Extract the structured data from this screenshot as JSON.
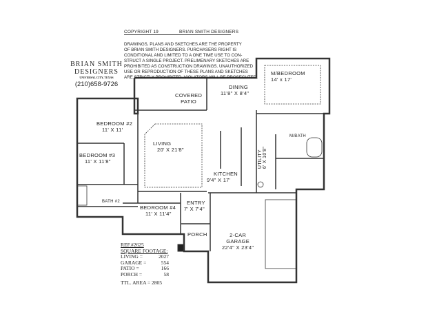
{
  "copyright": {
    "left": "COPYRIGHT 19",
    "right": "BRIAN SMITH DESIGNERS"
  },
  "disclaimer": [
    "DRAWINGS, PLANS AND SKETCHES ARE THE PROPERTY",
    "OF BRIAN SMITH DESIGNERS.  PURCHASERS RIGHT IS",
    "CONDITIONAL AND LIMITED TO A ONE TIME USE TO CON-",
    "STRUCT A SINGLE PROJECT.  PRELIMENARY SKETCHES ARE",
    "PROHIBITED AS CONSTRUCTION DRAWINGS.  UNAUTHORIZED",
    "USE OR REPRODUCTION OF THESE PLANS AND SKETCHES",
    "ARE STRICTLY PROHIBITED.  VIOLATORS WILL BE PROSECUTED."
  ],
  "brand": {
    "name1": "BRIAN SMITH",
    "name2": "DESIGNERS",
    "city": "UNIVERSAL CITY, TEXAS",
    "phone": "(210)658-9726"
  },
  "rooms": {
    "patio": {
      "name1": "COVERED",
      "name2": "PATIO"
    },
    "dining": {
      "name": "DINING",
      "size": "11'8\" X 8'4\""
    },
    "master": {
      "name": "M/BEDROOM",
      "size": "14' x 17'"
    },
    "bed2": {
      "name": "BEDROOM #2",
      "size": "11' X 11'"
    },
    "bed3": {
      "name": "BEDROOM #3",
      "size": "11' X 11'8\""
    },
    "living": {
      "name": "LIVING",
      "size": "20' X 21'8\""
    },
    "kitchen": {
      "name": "KITCHEN",
      "size": "9'4\" X 17'"
    },
    "utility": {
      "name": "UTILITY",
      "size": "6' X 10'8\""
    },
    "mbath": {
      "name": "M/BATH"
    },
    "bath2": {
      "name": "BATH #2"
    },
    "bed4": {
      "name": "BEDROOM #4",
      "size": "11' X 11'4\""
    },
    "entry": {
      "name": "ENTRY",
      "size": "7' X 7'4\""
    },
    "porch": {
      "name": "PORCH"
    },
    "garage": {
      "name1": "2-CAR",
      "name2": "GARAGE",
      "size": "22'4\" X 23'4\""
    }
  },
  "footage": {
    "ref": "REF.#2625",
    "title": "SQUARE FOOTAGE:",
    "rows": [
      {
        "label": "LIVING  =",
        "value": "2027"
      },
      {
        "label": "GARAGE =",
        "value": "554"
      },
      {
        "label": "PATIO   =",
        "value": "166"
      },
      {
        "label": "PORCH =",
        "value": "58"
      }
    ],
    "total": "TTL. AREA = 2805"
  }
}
